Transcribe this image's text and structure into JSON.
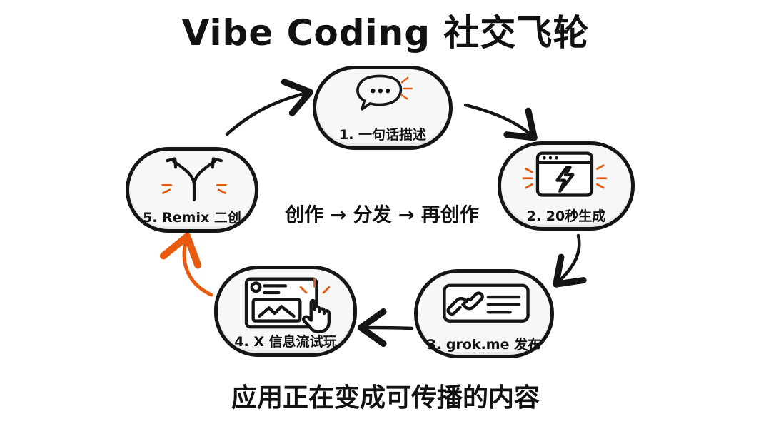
{
  "title": "Vibe Coding 社交飞轮",
  "center": "创作 → 分发 → 再创作",
  "subtitle": "应用正在变成可传播的内容",
  "colors": {
    "ink": "#151515",
    "accent": "#e85a10",
    "node_fill": "#f7f7f7"
  },
  "nodes": [
    {
      "label": "1. 一句话描述",
      "icon": "chat-bubble-icon"
    },
    {
      "label": "2. 20秒生成",
      "icon": "lightning-window-icon"
    },
    {
      "label": "3. grok.me 发布",
      "icon": "link-card-icon"
    },
    {
      "label": "4. X 信息流试玩",
      "icon": "post-tap-icon"
    },
    {
      "label": "5. Remix 二创",
      "icon": "fork-arrows-icon"
    }
  ]
}
